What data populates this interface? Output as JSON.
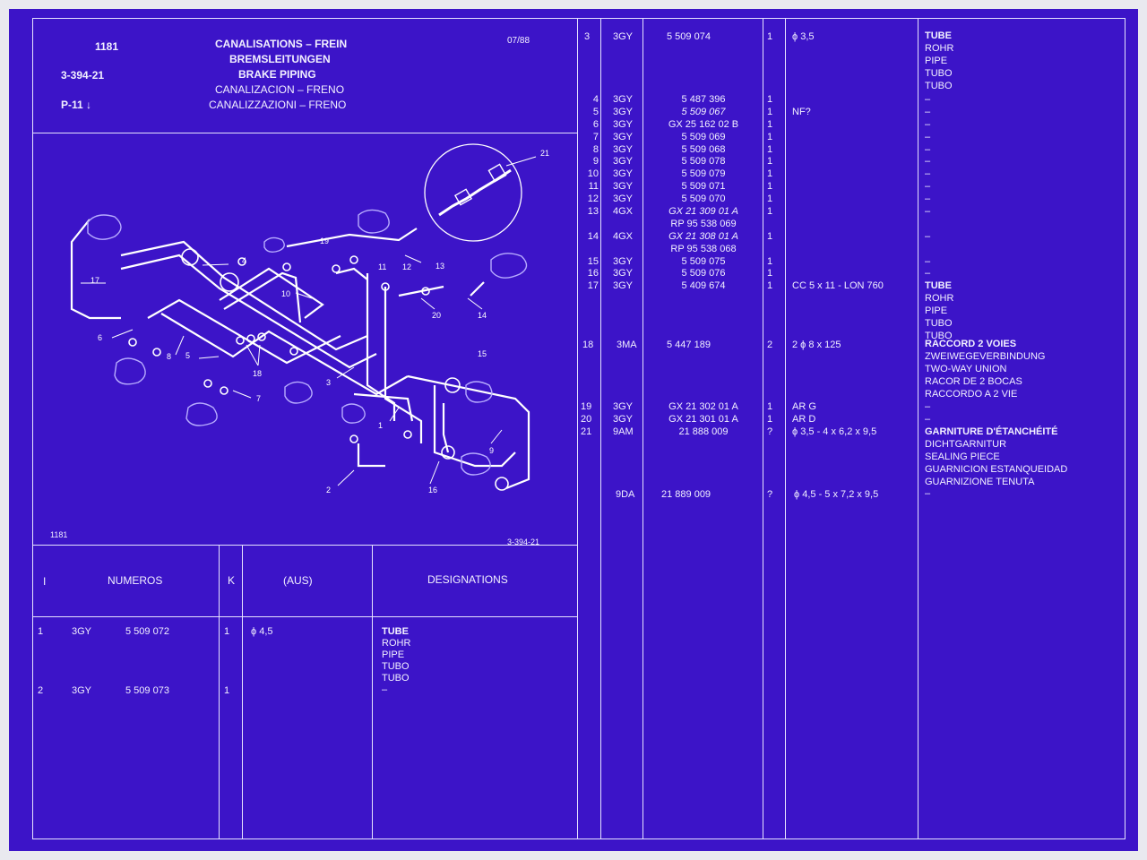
{
  "header": {
    "page": "1181",
    "group": "3-394-21",
    "ref": "P-11 ↓",
    "date": "07/88",
    "titles": [
      "CANALISATIONS – FREIN",
      "BREMSLEITUNGEN",
      "BRAKE PIPING",
      "CANALIZACION – FRENO",
      "CANALIZZAZIONI – FRENO"
    ]
  },
  "diagram": {
    "footer_left": "1181",
    "footer_right": "3-394-21",
    "callouts": [
      "1",
      "2",
      "3",
      "4",
      "5",
      "6",
      "7",
      "8",
      "9",
      "10",
      "11",
      "12",
      "13",
      "14",
      "15",
      "16",
      "17",
      "18",
      "19",
      "20",
      "21"
    ]
  },
  "table_header": {
    "col_index": "I",
    "col_numbers": "NUMEROS",
    "col_qty": "K",
    "col_info": "(AUS)",
    "col_desc": "DESIGNATIONS"
  },
  "lower_rows": [
    {
      "idx": "1",
      "code": "3GY",
      "number": "5 509 072",
      "qty": "1",
      "info": "ϕ 4,5",
      "desc": [
        "TUBE",
        "ROHR",
        "PIPE",
        "TUBO",
        "TUBO"
      ]
    },
    {
      "idx": "2",
      "code": "3GY",
      "number": "5 509 073",
      "qty": "1",
      "info": "",
      "desc": [
        "–"
      ]
    }
  ],
  "parts": {
    "row3": {
      "idx": "3",
      "code": "3GY",
      "number": "5 509 074",
      "qty": "1",
      "info": "ϕ 3,5",
      "desc": [
        "TUBE",
        "ROHR",
        "PIPE",
        "TUBO",
        "TUBO"
      ]
    },
    "block": {
      "idx": [
        "4",
        "5",
        "6",
        "7",
        "8",
        "9",
        "10",
        "11",
        "12",
        "13",
        "",
        "14",
        "",
        "15",
        "16",
        "17"
      ],
      "code": [
        "3GY",
        "3GY",
        "3GY",
        "3GY",
        "3GY",
        "3GY",
        "3GY",
        "3GY",
        "3GY",
        "4GX",
        "",
        "4GX",
        "",
        "3GY",
        "3GY",
        "3GY"
      ],
      "number": [
        "5 487 396",
        "5 509 067",
        "GX 25 162 02 B",
        "5 509 069",
        "5 509 068",
        "5 509 078",
        "5 509 079",
        "5 509 071",
        "5 509 070",
        "GX 21 309 01 A",
        "RP 95 538 069",
        "GX 21 308 01 A",
        "RP 95 538 068",
        "5 509 075",
        "5 509 076",
        "5 409 674"
      ],
      "qty": [
        "1",
        "1",
        "1",
        "1",
        "1",
        "1",
        "1",
        "1",
        "1",
        "1",
        "",
        "1",
        "",
        "1",
        "1",
        "1"
      ],
      "info": [
        "",
        "NF?",
        "",
        "",
        "",
        "",
        "",
        "",
        "",
        "",
        "",
        "",
        "",
        "",
        "",
        "CC 5 x 11 - LON 760"
      ],
      "desc": [
        "–",
        "–",
        "–",
        "–",
        "–",
        "–",
        "–",
        "–",
        "–",
        "–",
        "",
        "–",
        "",
        "–",
        "–",
        "TUBE"
      ]
    },
    "row17_desc_extra": [
      "ROHR",
      "PIPE",
      "TUBO",
      "TUBO"
    ],
    "row18": {
      "idx": "18",
      "code": "3MA",
      "number": "5 447 189",
      "qty": "2",
      "info": "2 ϕ 8 x 125",
      "desc": [
        "RACCORD 2 VOIES",
        "ZWEIWEGEVERBINDUNG",
        "TWO-WAY UNION",
        "RACOR DE 2 BOCAS",
        "RACCORDO A 2 VIE"
      ]
    },
    "block2": {
      "idx": [
        "19",
        "20",
        "21"
      ],
      "code": [
        "3GY",
        "3GY",
        "9AM"
      ],
      "number": [
        "GX 21 302 01 A",
        "GX 21 301 01 A",
        "21 888 009"
      ],
      "qty": [
        "1",
        "1",
        "?"
      ],
      "info": [
        "AR G",
        "AR D",
        "ϕ 3,5 - 4 x 6,2 x 9,5"
      ],
      "desc": [
        "–",
        "–",
        "GARNITURE D'ÉTANCHÉITÉ"
      ]
    },
    "row21_desc_extra": [
      "DICHTGARNITUR",
      "SEALING PIECE",
      "GUARNICION ESTANQUEIDAD",
      "GUARNIZIONE TENUTA"
    ],
    "row21b": {
      "idx": "",
      "code": "9DA",
      "number": "21 889 009",
      "qty": "?",
      "info": "ϕ 4,5 - 5 x 7,2 x 9,5",
      "desc": [
        "–"
      ]
    }
  },
  "colors": {
    "background": "#3c14c8",
    "ink": "#f2f0ff"
  }
}
